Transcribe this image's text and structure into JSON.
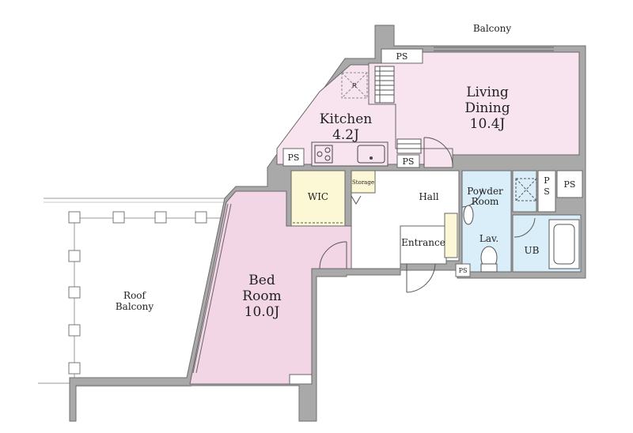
{
  "colors": {
    "wall": "#a9a9a9",
    "living": "#f8e4ee",
    "bedroom": "#f2d6e6",
    "wic": "#fcf7d4",
    "wet": "#d9eef8",
    "floor": "#ffffff",
    "outline": "#555555"
  },
  "rooms": {
    "balcony": "Balcony",
    "living": [
      "Living",
      "Dining",
      "10.4J"
    ],
    "kitchen": [
      "Kitchen",
      "4.2J"
    ],
    "bedroom": [
      "Bed",
      "Room",
      "10.0J"
    ],
    "roof": [
      "Roof",
      "Balcony"
    ],
    "wic": "WIC",
    "storage": "Storage",
    "hall": "Hall",
    "powder": [
      "Powder",
      "Room"
    ],
    "entrance": "Entrance",
    "lav": "Lav.",
    "ub": "UB",
    "ps": "PS",
    "ps_vertical": [
      "P",
      "S"
    ],
    "fridge": "R"
  }
}
